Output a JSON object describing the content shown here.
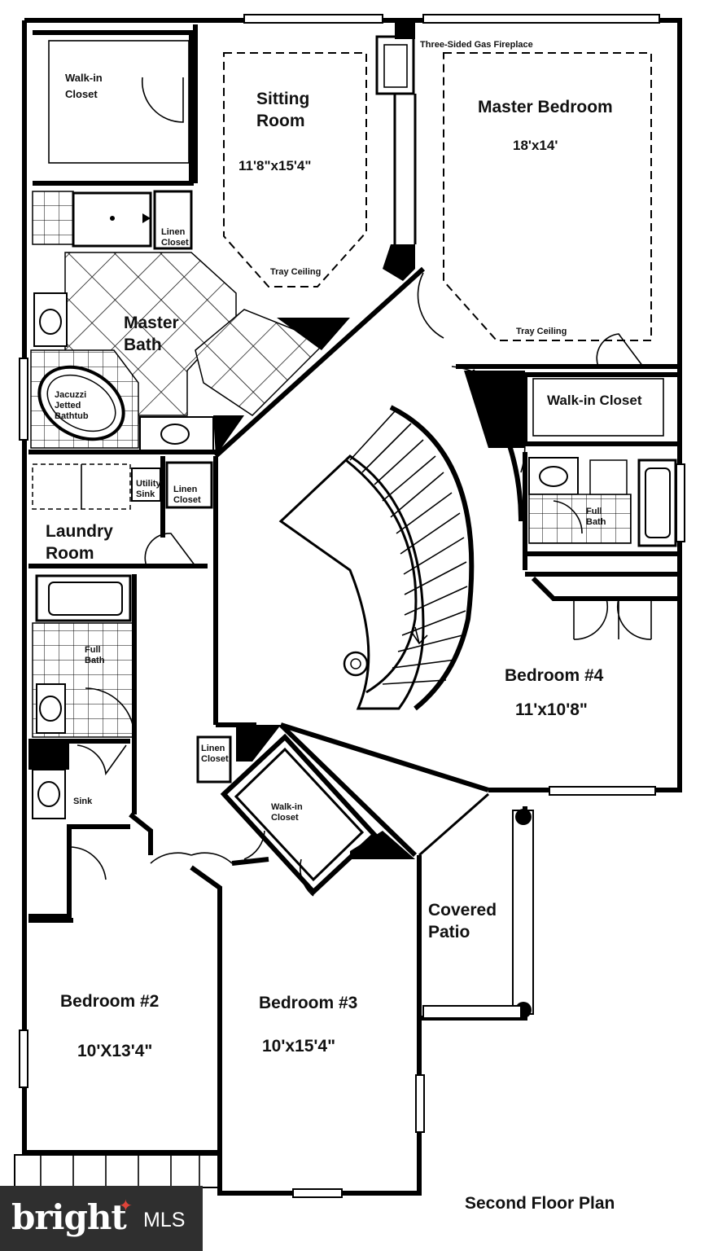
{
  "plan": {
    "title": "Second Floor Plan",
    "rooms": {
      "walk_in_closet_tl": "Walk-in\nCloset",
      "sitting_room": "Sitting\nRoom",
      "sitting_room_dim": "11'8\"x15'4\"",
      "sitting_tray": "Tray Ceiling",
      "fireplace": "Three-Sided Gas Fireplace",
      "master_bedroom": "Master Bedroom",
      "master_bedroom_dim": "18'x14'",
      "master_tray": "Tray Ceiling",
      "linen_closet_1": "Linen\nCloset",
      "master_bath": "Master\nBath",
      "jacuzzi": "Jacuzzi\nJetted\nBathtub",
      "walk_in_closet_master": "Walk-in Closet",
      "utility_sink": "Utility\nSink",
      "linen_closet_2": "Linen\nCloset",
      "laundry_room": "Laundry\nRoom",
      "full_bath_right": "Full\nBath",
      "full_bath_left": "Full\nBath",
      "bedroom4": "Bedroom #4",
      "bedroom4_dim": "11'x10'8\"",
      "linen_closet_3": "Linen\nCloset",
      "walk_in_closet_center": "Walk-in\nCloset",
      "sink": "Sink",
      "covered_patio": "Covered\nPatio",
      "bedroom2": "Bedroom #2",
      "bedroom2_dim": "10'X13'4\"",
      "bedroom3": "Bedroom #3",
      "bedroom3_dim": "10'x15'4\""
    }
  },
  "watermark": {
    "brand": "bright",
    "suffix": "MLS",
    "accent_color": "#e0443a"
  }
}
